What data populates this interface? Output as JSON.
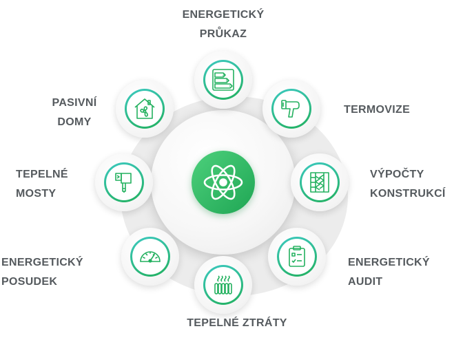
{
  "center": {
    "icon": "atom-icon"
  },
  "nodes": [
    {
      "id": "energeticky-prukaz",
      "icon": "energy-label-icon",
      "lines": [
        "ENERGETICKÝ",
        "PRŮKAZ"
      ]
    },
    {
      "id": "termovize",
      "icon": "thermal-camera-icon",
      "lines": [
        "TERMOVIZE"
      ]
    },
    {
      "id": "vypocty-konstrukci",
      "icon": "wall-layers-icon",
      "lines": [
        "VÝPOČTY",
        "KONSTRUKCÍ"
      ]
    },
    {
      "id": "energeticky-audit",
      "icon": "clipboard-checklist-icon",
      "lines": [
        "ENERGETICKÝ",
        "AUDIT"
      ]
    },
    {
      "id": "tepelne-ztraty",
      "icon": "radiator-icon",
      "lines": [
        "TEPELNÉ ZTRÁTY"
      ]
    },
    {
      "id": "energeticky-posudek",
      "icon": "gauge-icon",
      "lines": [
        "ENERGETICKÝ",
        "POSUDEK"
      ]
    },
    {
      "id": "tepelne-mosty",
      "icon": "thermal-bridge-icon",
      "lines": [
        "TEPELNÉ",
        "MOSTY"
      ]
    },
    {
      "id": "pasivni-domy",
      "icon": "house-fan-icon",
      "lines": [
        "PASIVNÍ",
        "DOMY"
      ]
    }
  ],
  "colors": {
    "accent": "#22b05e",
    "accent_light": "#3cc9c0",
    "text": "#555a5e"
  }
}
